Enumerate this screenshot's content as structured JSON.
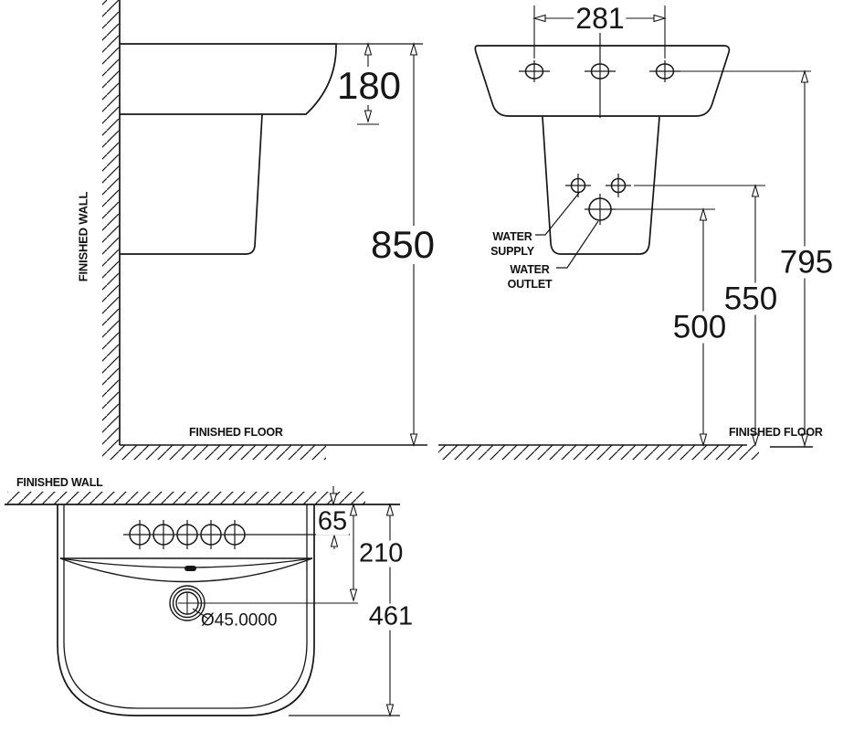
{
  "drawing": {
    "title_hint": "wall-hung basin with semi-pedestal installation drawing",
    "line_color": "#161616",
    "side_view": {
      "wall_label": "FINISHED WALL",
      "floor_label": "FINISHED FLOOR",
      "dim_front_apron_height": "180",
      "dim_rim_height_from_floor": "850"
    },
    "front_view": {
      "dim_faucet_hole_spacing": "281",
      "dim_rim_to_floor": "795",
      "dim_supply_height": "550",
      "dim_outlet_height": "500",
      "water_supply_line1": "WATER",
      "water_supply_line2": "SUPPLY",
      "water_outlet_line1": "WATER",
      "water_outlet_line2": "OUTLET",
      "floor_label": "FINISHED FLOOR"
    },
    "plan_view": {
      "wall_label": "FINISHED WALL",
      "dim_wall_to_faucet_holes": "65",
      "dim_wall_to_drain": "210",
      "dim_total_depth": "461",
      "drain_diameter": "Ø45.0000"
    }
  }
}
